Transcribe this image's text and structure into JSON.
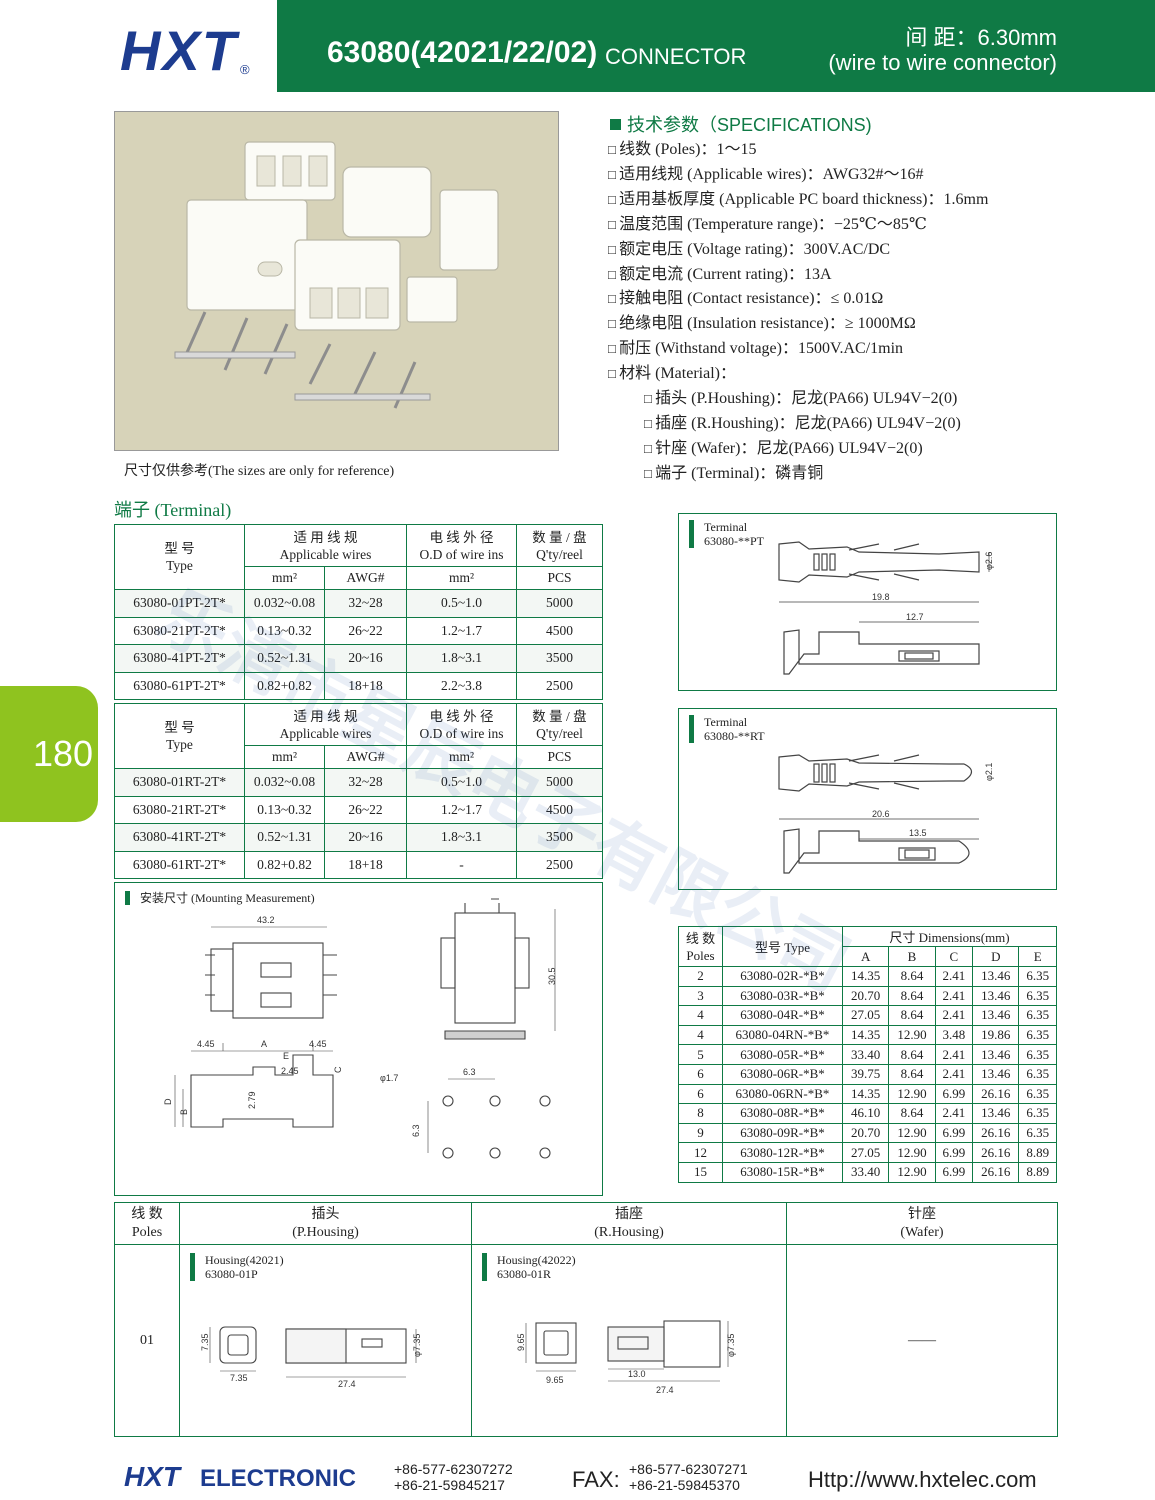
{
  "header": {
    "logo": "HXT",
    "reg": "®",
    "model": "63080(42021/22/02)",
    "connector": "CONNECTOR",
    "pitch": "间    距：6.30mm",
    "subtitle": "(wire to wire connector)"
  },
  "photo_note": "尺寸仅供参考(The sizes are only for reference)",
  "specs": {
    "title": "技术参数（SPECIFICATIONS)",
    "items": [
      "线数 (Poles)：1～15",
      "适用线规 (Applicable wires)：AWG32#～16#",
      "适用基板厚度 (Applicable PC board thickness)：1.6mm",
      "温度范围 (Temperature range)：−25℃～85℃",
      "额定电压 (Voltage rating)：300V.AC/DC",
      "额定电流 (Current rating)：13A",
      "接触电阻 (Contact resistance)：≤ 0.01Ω",
      "绝缘电阻 (Insulation resistance)：≥ 1000MΩ",
      "耐压 (Withstand voltage)：1500V.AC/1min",
      "材料 (Material)："
    ],
    "materials": [
      "插头 (P.Houshing)：尼龙(PA66) UL94V−2(0)",
      "插座 (R.Houshing)：尼龙(PA66) UL94V−2(0)",
      "针座 (Wafer)：尼龙(PA66) UL94V−2(0)",
      "端子 (Terminal)：磷青铜"
    ]
  },
  "side_tab": "180",
  "terminal_title": "端子 (Terminal)",
  "term_headers": {
    "type_cn": "型  号",
    "type_en": "Type",
    "wire_cn": "适 用 线 规",
    "wire_en": "Applicable wires",
    "od_cn": "电 线 外 径",
    "od_en": "O.D of wire ins",
    "qty_cn": "数 量 / 盘",
    "qty_en": "Q'ty/reel",
    "mm2": "mm²",
    "awg": "AWG#",
    "pcs": "PCS"
  },
  "pt_rows": [
    [
      "63080-01PT-2T*",
      "0.032~0.08",
      "32~28",
      "0.5~1.0",
      "5000"
    ],
    [
      "63080-21PT-2T*",
      "0.13~0.32",
      "26~22",
      "1.2~1.7",
      "4500"
    ],
    [
      "63080-41PT-2T*",
      "0.52~1.31",
      "20~16",
      "1.8~3.1",
      "3500"
    ],
    [
      "63080-61PT-2T*",
      "0.82+0.82",
      "18+18",
      "2.2~3.8",
      "2500"
    ]
  ],
  "rt_rows": [
    [
      "63080-01RT-2T*",
      "0.032~0.08",
      "32~28",
      "0.5~1.0",
      "5000"
    ],
    [
      "63080-21RT-2T*",
      "0.13~0.32",
      "26~22",
      "1.2~1.7",
      "4500"
    ],
    [
      "63080-41RT-2T*",
      "0.52~1.31",
      "20~16",
      "1.8~3.1",
      "3500"
    ],
    [
      "63080-61RT-2T*",
      "0.82+0.82",
      "18+18",
      "-",
      "2500"
    ]
  ],
  "drawings": {
    "pt_label": "Terminal",
    "pt_code": "63080-**PT",
    "pt_len": "19.8",
    "pt_sub": "12.7",
    "pt_dia": "φ2.6",
    "rt_label": "Terminal",
    "rt_code": "63080-**RT",
    "rt_len": "20.6",
    "rt_sub": "13.5",
    "rt_dia": "φ2.1",
    "mount_label": "安装尺寸 (Mounting Measurement)",
    "m_w": "43.2",
    "m_h": "30.5",
    "m_a": "A",
    "m_e": "E",
    "m_445a": "4.45",
    "m_445b": "4.45",
    "m_245": "2.45",
    "m_279": "2.79",
    "m_c": "C",
    "m_d": "D",
    "m_b": "B",
    "m_hole": "φ1.7",
    "m_63a": "6.3",
    "m_63b": "6.3",
    "h1_label": "Housing(42021)",
    "h1_code": "63080-01P",
    "h2_label": "Housing(42022)",
    "h2_code": "63080-01R",
    "h1_a": "7.35",
    "h1_b": "7.35",
    "h1_len": "27.4",
    "h1_dia": "φ7.35",
    "h2_a": "9.65",
    "h2_b": "9.65",
    "h2_sub": "13.0",
    "h2_len": "27.4",
    "h2_dia": "φ7.35"
  },
  "dim_table": {
    "poles_cn": "线  数",
    "poles_en": "Poles",
    "type": "型号 Type",
    "dims": "尺寸 Dimensions(mm)",
    "cols": [
      "A",
      "B",
      "C",
      "D",
      "E"
    ],
    "rows": [
      [
        "2",
        "63080-02R-*B*",
        "14.35",
        "8.64",
        "2.41",
        "13.46",
        "6.35"
      ],
      [
        "3",
        "63080-03R-*B*",
        "20.70",
        "8.64",
        "2.41",
        "13.46",
        "6.35"
      ],
      [
        "4",
        "63080-04R-*B*",
        "27.05",
        "8.64",
        "2.41",
        "13.46",
        "6.35"
      ],
      [
        "4",
        "63080-04RN-*B*",
        "14.35",
        "12.90",
        "3.48",
        "19.86",
        "6.35"
      ],
      [
        "5",
        "63080-05R-*B*",
        "33.40",
        "8.64",
        "2.41",
        "13.46",
        "6.35"
      ],
      [
        "6",
        "63080-06R-*B*",
        "39.75",
        "8.64",
        "2.41",
        "13.46",
        "6.35"
      ],
      [
        "6",
        "63080-06RN-*B*",
        "14.35",
        "12.90",
        "6.99",
        "26.16",
        "6.35"
      ],
      [
        "8",
        "63080-08R-*B*",
        "46.10",
        "8.64",
        "2.41",
        "13.46",
        "6.35"
      ],
      [
        "9",
        "63080-09R-*B*",
        "20.70",
        "12.90",
        "6.99",
        "26.16",
        "6.35"
      ],
      [
        "12",
        "63080-12R-*B*",
        "27.05",
        "12.90",
        "6.99",
        "26.16",
        "8.89"
      ],
      [
        "15",
        "63080-15R-*B*",
        "33.40",
        "12.90",
        "6.99",
        "26.16",
        "8.89"
      ]
    ]
  },
  "bottom": {
    "poles_cn": "线  数",
    "poles_en": "Poles",
    "p_cn": "插头",
    "p_en": "(P.Housing)",
    "r_cn": "插座",
    "r_en": "(R.Housing)",
    "w_cn": "针座",
    "w_en": "(Wafer)",
    "row_pole": "01",
    "wafer_val": "——"
  },
  "footer": {
    "logo": "HXT",
    "brand": "ELECTRONIC",
    "tel1": "+86-577-62307272",
    "tel2": "+86-21-59845217",
    "fax_label": "FAX:",
    "fax1": "+86-577-62307271",
    "fax2": "+86-21-59845370",
    "web": "Http://www.hxtelec.com"
  },
  "watermark": "乐清市星辰电子有限公司"
}
